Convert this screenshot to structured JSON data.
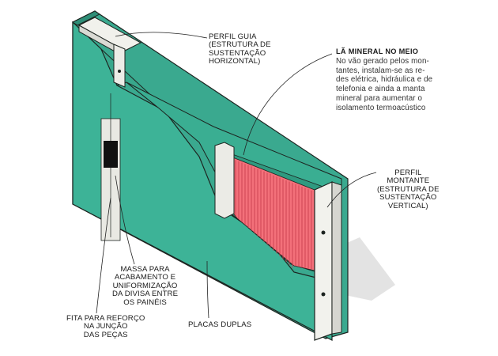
{
  "colors": {
    "board_front": "#3db397",
    "board_edge": "#2e8e77",
    "board_outline": "#1d2420",
    "mineral_wool": "#f3707a",
    "mineral_wool_dark": "#c8404f",
    "steel_profile": "#e6e6e1",
    "shadow": "#dcdcdc",
    "leader_line": "#222222"
  },
  "labels": {
    "perfil_guia": {
      "title": "PERFIL GUIA",
      "subtitle": "(ESTRUTURA DE\nSUSTENTAÇÃO\nHORIZONTAL)"
    },
    "la_mineral": {
      "title": "LÃ MINERAL NO MEIO",
      "subtitle": "No vão gerado pelos mon-\ntantes, instalam-se as re-\ndes elétrica, hidráulica e de\ntelefonia e ainda a manta\nmineral para aumentar o\nisolamento termoacústico"
    },
    "perfil_montante": {
      "title": "PERFIL\nMONTANTE",
      "subtitle": "(ESTRUTURA DE\nSUSTENTAÇÃO\nVERTICAL)"
    },
    "massa": {
      "title": "MASSA PARA\nACABAMENTO E\nUNIFORMIZAÇÃO\nDA DIVISA ENTRE\nOS PAINÉIS"
    },
    "fita": {
      "title": "FITA PARA REFORÇO\nNA JUNÇÃO\nDAS PEÇAS"
    },
    "placas": {
      "title": "PLACAS DUPLAS"
    }
  }
}
